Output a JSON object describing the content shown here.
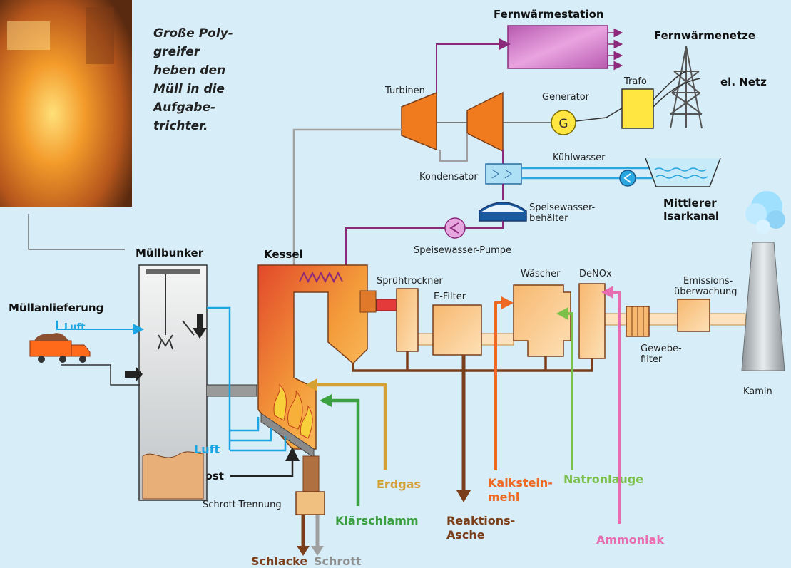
{
  "caption": [
    "Große Poly-",
    "greifer",
    "heben den",
    "Müll in die",
    "Aufgabe-",
    "trichter."
  ],
  "labels": {
    "fernwaermestation": "Fernwärmestation",
    "fernwaermenetze": "Fernwärmenetze",
    "el_netz": "el. Netz",
    "trafo": "Trafo",
    "generator": "Generator",
    "generator_symbol": "G",
    "turbinen": "Turbinen",
    "kuehlwasser": "Kühlwasser",
    "kondensator": "Kondensator",
    "speisewasserbehaelter_1": "Speisewasser-",
    "speisewasserbehaelter_2": "behälter",
    "mittlerer_1": "Mittlerer",
    "isarkanal": "Isarkanal",
    "speisewasser_pumpe": "Speisewasser-Pumpe",
    "muellbunker": "Müllbunker",
    "kessel": "Kessel",
    "spruehtrockner": "Sprühtrockner",
    "waescher": "Wäscher",
    "denox": "DeNOx",
    "emissions_1": "Emissions-",
    "emissions_2": "überwachung",
    "efilter": "E-Filter",
    "gewebe_1": "Gewebe-",
    "gewebe_2": "filter",
    "kamin": "Kamin",
    "muellanlieferung": "Müllanlieferung",
    "luft_small": "Luft",
    "luft": "Luft",
    "rost": "Rost",
    "schrott_trennung": "Schrott-Trennung",
    "schlacke": "Schlacke",
    "schrott": "Schrott",
    "klaerschlamm": "Klärschlamm",
    "erdgas": "Erdgas",
    "reaktions_1": "Reaktions-",
    "reaktions_2": "Asche",
    "kalkstein_1": "Kalkstein-",
    "kalkstein_2": "mehl",
    "natronlauge": "Natronlauge",
    "ammoniak": "Ammoniak"
  },
  "colors": {
    "background": "#d7edf7",
    "steam": "#8b2a7a",
    "grey_line": "#a0a0a0",
    "cooling": "#2aa7e0",
    "ash": "#7a3e1a",
    "erdgas": "#d4a033",
    "klaerschlamm": "#3aa040",
    "kalkstein": "#ee6a24",
    "natronlauge": "#7cc04a",
    "ammoniak": "#e86cb0",
    "air": "#1aa6e2"
  }
}
